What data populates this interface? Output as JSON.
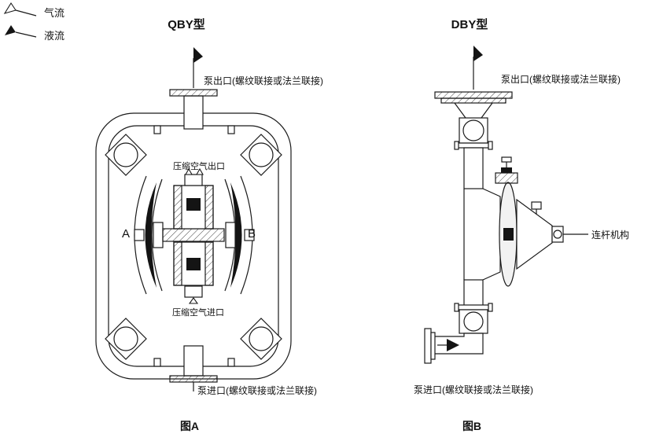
{
  "legend": {
    "air_flow_label": "气流",
    "liquid_flow_label": "液流",
    "air_icon": "open-flag-arrow",
    "liquid_icon": "solid-flag-arrow"
  },
  "qby": {
    "title": "QBY型",
    "caption": "图A",
    "outlet_label": "泵出口(螺纹联接或法兰联接)",
    "inlet_label": "泵进口(螺纹联接或法兰联接)",
    "air_outlet_label": "压缩空气出口",
    "air_inlet_label": "压缩空气进口",
    "chamber_a": "A",
    "chamber_b": "B"
  },
  "dby": {
    "title": "DBY型",
    "caption": "图B",
    "outlet_label": "泵出口(螺纹联接或法兰联接)",
    "inlet_label": "泵进口(螺纹联接或法兰联接)",
    "linkage_label": "连杆机构"
  },
  "colors": {
    "line": "#1a1a1a",
    "fill_black": "#141414",
    "paper": "#ffffff"
  }
}
